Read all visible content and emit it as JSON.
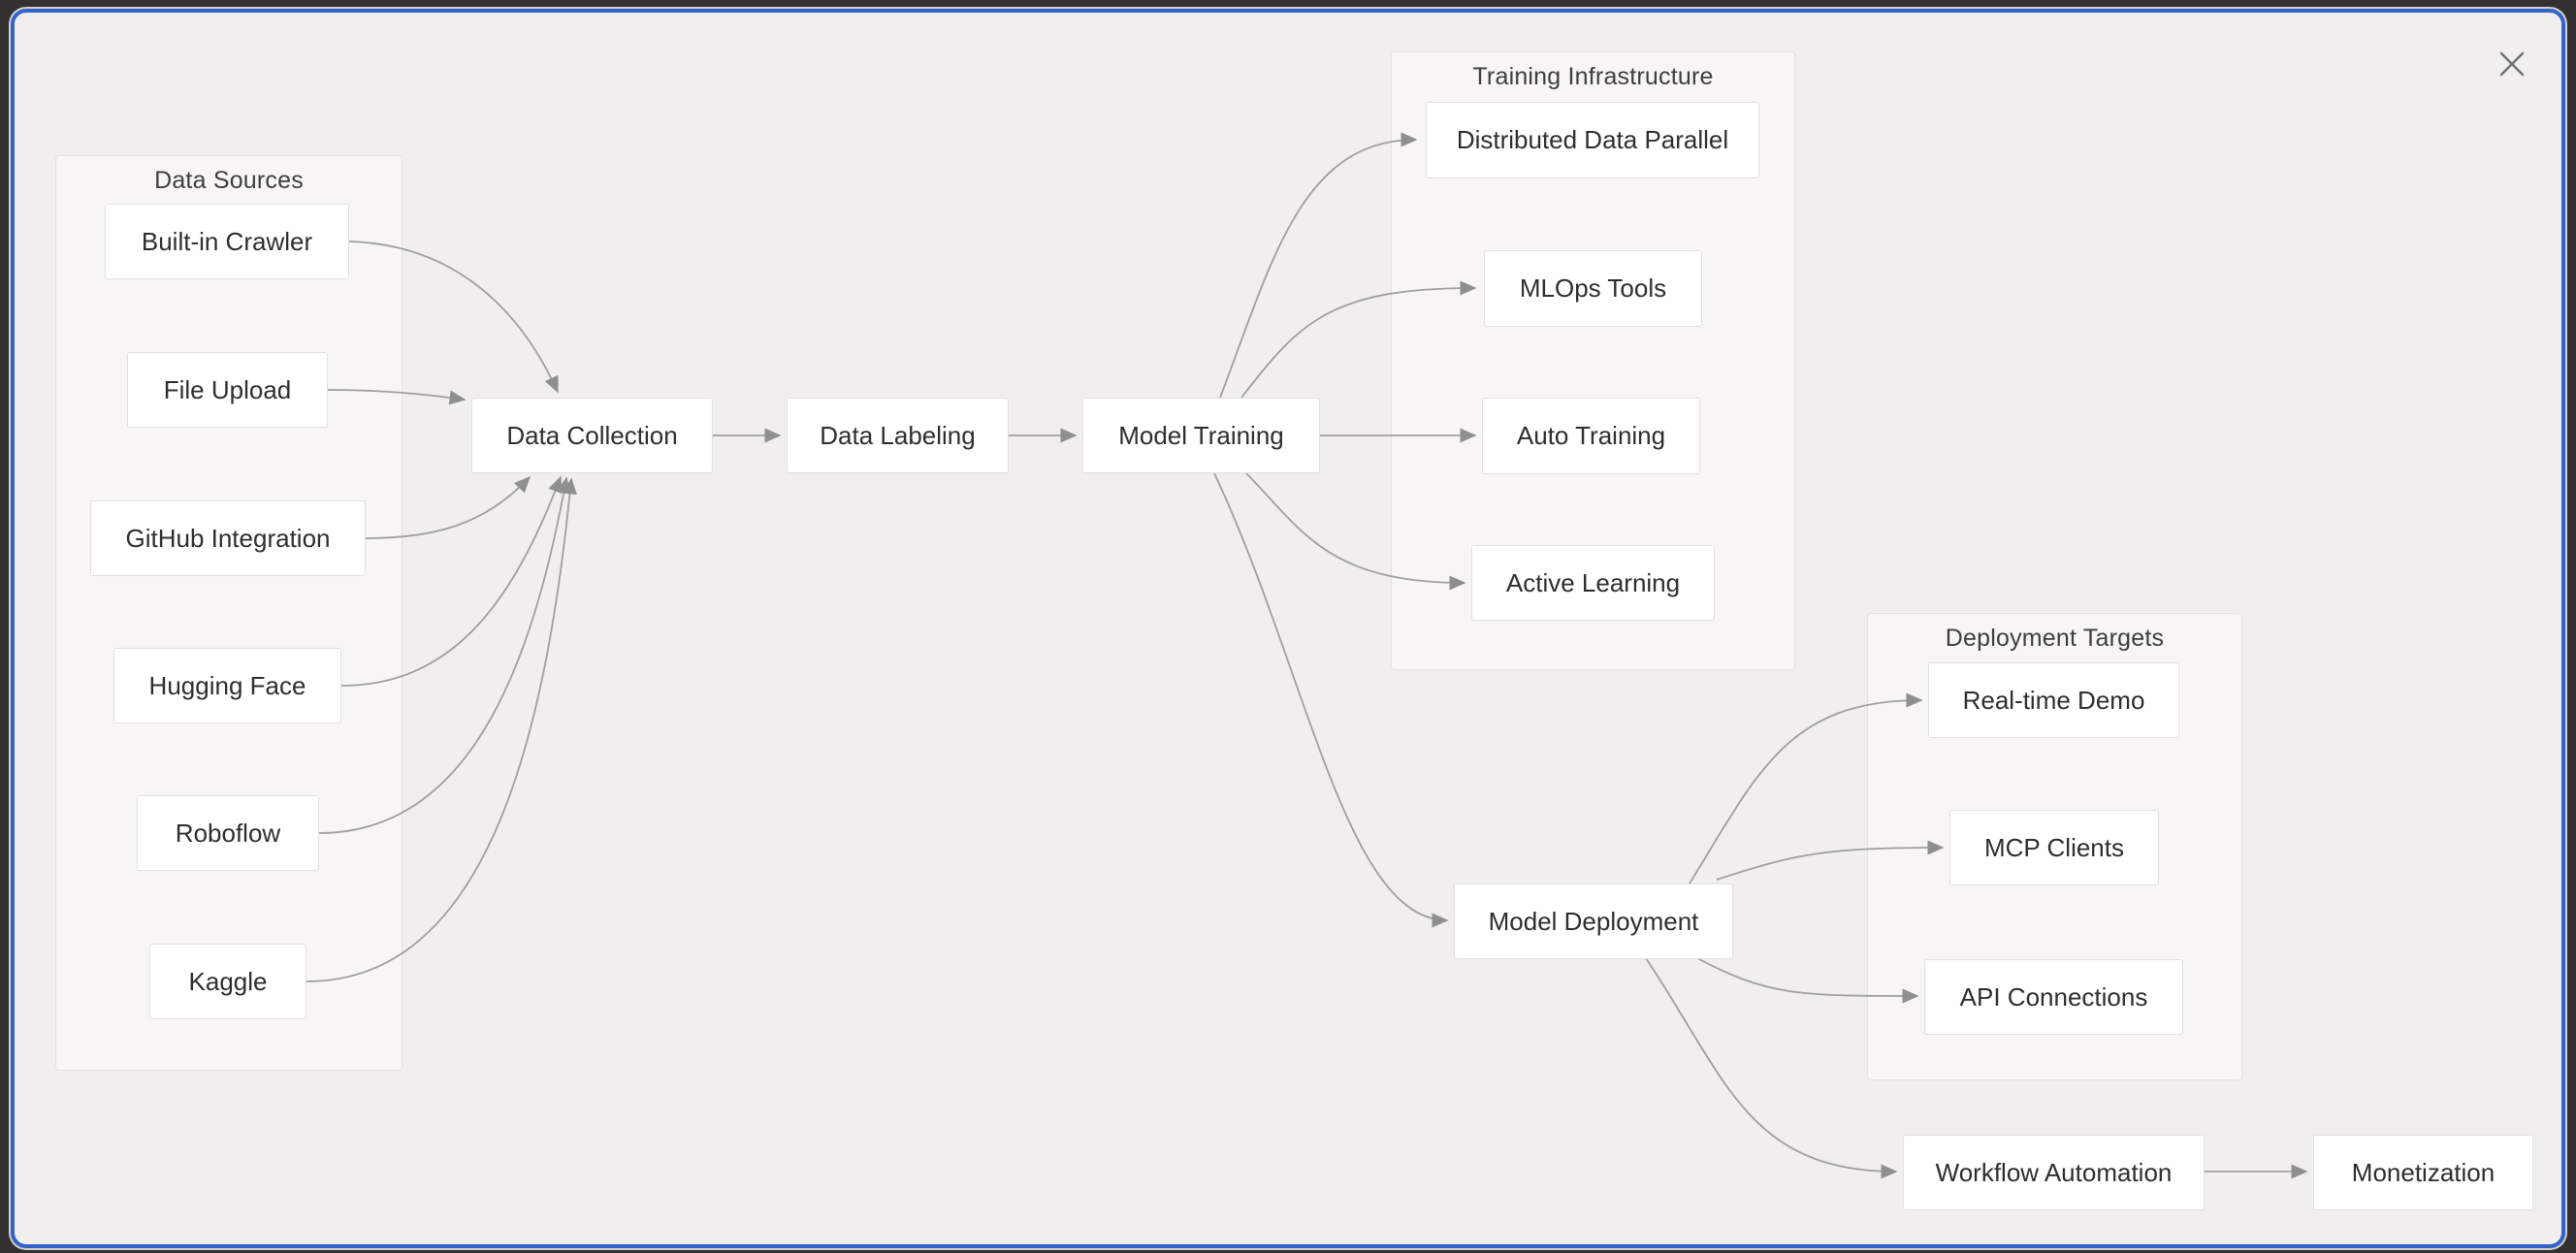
{
  "modal": {
    "icons": {
      "close_icon": "✕"
    }
  },
  "diagram": {
    "groups": [
      {
        "id": "data-sources",
        "label": "Data Sources"
      },
      {
        "id": "training-infrastructure",
        "label": "Training Infrastructure"
      },
      {
        "id": "deployment-targets",
        "label": "Deployment Targets"
      }
    ],
    "nodes": [
      {
        "id": "built-in-crawler",
        "label": "Built-in Crawler",
        "group": "data-sources"
      },
      {
        "id": "file-upload",
        "label": "File Upload",
        "group": "data-sources"
      },
      {
        "id": "github-integration",
        "label": "GitHub Integration",
        "group": "data-sources"
      },
      {
        "id": "hugging-face",
        "label": "Hugging Face",
        "group": "data-sources"
      },
      {
        "id": "roboflow",
        "label": "Roboflow",
        "group": "data-sources"
      },
      {
        "id": "kaggle",
        "label": "Kaggle",
        "group": "data-sources"
      },
      {
        "id": "data-collection",
        "label": "Data Collection"
      },
      {
        "id": "data-labeling",
        "label": "Data Labeling"
      },
      {
        "id": "model-training",
        "label": "Model Training"
      },
      {
        "id": "distributed-data-parallel",
        "label": "Distributed Data Parallel",
        "group": "training-infrastructure"
      },
      {
        "id": "mlops-tools",
        "label": "MLOps Tools",
        "group": "training-infrastructure"
      },
      {
        "id": "auto-training",
        "label": "Auto Training",
        "group": "training-infrastructure"
      },
      {
        "id": "active-learning",
        "label": "Active Learning",
        "group": "training-infrastructure"
      },
      {
        "id": "model-deployment",
        "label": "Model Deployment"
      },
      {
        "id": "real-time-demo",
        "label": "Real-time Demo",
        "group": "deployment-targets"
      },
      {
        "id": "mcp-clients",
        "label": "MCP Clients",
        "group": "deployment-targets"
      },
      {
        "id": "api-connections",
        "label": "API Connections",
        "group": "deployment-targets"
      },
      {
        "id": "workflow-automation",
        "label": "Workflow Automation"
      },
      {
        "id": "monetization",
        "label": "Monetization"
      }
    ],
    "edges": [
      {
        "from": "built-in-crawler",
        "to": "data-collection"
      },
      {
        "from": "file-upload",
        "to": "data-collection"
      },
      {
        "from": "github-integration",
        "to": "data-collection"
      },
      {
        "from": "hugging-face",
        "to": "data-collection"
      },
      {
        "from": "roboflow",
        "to": "data-collection"
      },
      {
        "from": "kaggle",
        "to": "data-collection"
      },
      {
        "from": "data-collection",
        "to": "data-labeling"
      },
      {
        "from": "data-labeling",
        "to": "model-training"
      },
      {
        "from": "model-training",
        "to": "distributed-data-parallel"
      },
      {
        "from": "model-training",
        "to": "mlops-tools"
      },
      {
        "from": "model-training",
        "to": "auto-training"
      },
      {
        "from": "model-training",
        "to": "active-learning"
      },
      {
        "from": "model-training",
        "to": "model-deployment"
      },
      {
        "from": "model-deployment",
        "to": "real-time-demo"
      },
      {
        "from": "model-deployment",
        "to": "mcp-clients"
      },
      {
        "from": "model-deployment",
        "to": "api-connections"
      },
      {
        "from": "model-deployment",
        "to": "workflow-automation"
      },
      {
        "from": "workflow-automation",
        "to": "monetization"
      }
    ],
    "colors": {
      "backdrop": "#333130",
      "modal_border": "#3363cb",
      "canvas_bg": "#f0efed",
      "group_bg": "#f7f6f4",
      "group_border": "#e4e3e1",
      "node_bg": "#ffffff",
      "node_border": "#e2e1df",
      "edge": "#9f9f9f",
      "text": "#2e2e2e"
    }
  }
}
